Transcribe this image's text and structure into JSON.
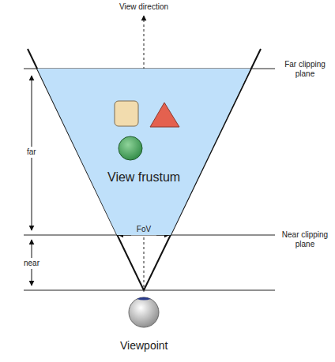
{
  "diagram": {
    "nodes": [
      {
        "text": [
          "View frustum"
        ]
      },
      {
        "text": [
          "Viewpoint"
        ]
      }
    ],
    "labels": [
      "View direction",
      "Far clipping plane",
      "far",
      "FoV",
      "Near clipping plane",
      "near"
    ]
  }
}
